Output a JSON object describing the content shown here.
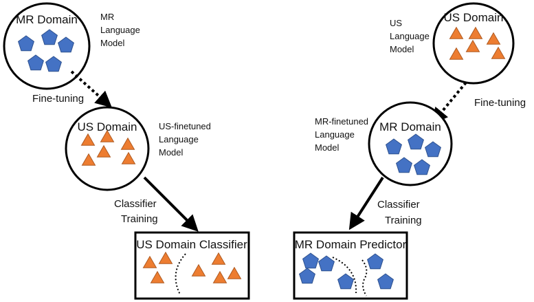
{
  "colors": {
    "pentagon_fill": "#4472C4",
    "pentagon_stroke": "#2F528F",
    "triangle_fill": "#ED7D31",
    "triangle_stroke": "#AE5A21",
    "outline": "#000000"
  },
  "left": {
    "source_node": {
      "title": "MR Domain",
      "icon": "pentagon-icon",
      "icon_count": 5
    },
    "source_model_label": [
      "MR",
      "Language",
      "Model"
    ],
    "finetune_edge": {
      "label": "Fine-tuning",
      "style": "dotted-arrow"
    },
    "target_node": {
      "title": "US Domain",
      "icon": "triangle-icon",
      "icon_count": 6
    },
    "target_model_label": [
      "US-finetuned",
      "Language",
      "Model"
    ],
    "training_edge": {
      "label": [
        "Classifier",
        "Training"
      ],
      "style": "solid-arrow"
    },
    "result_box": {
      "title": "US Domain Classifier",
      "icon": "triangle-icon",
      "icon_count": 7,
      "separator": "dotted-curve"
    }
  },
  "right": {
    "source_node": {
      "title": "US Domain",
      "icon": "triangle-icon",
      "icon_count": 6
    },
    "source_model_label": [
      "US",
      "Language",
      "Model"
    ],
    "finetune_edge": {
      "label": "Fine-tuning",
      "style": "dotted-arrow"
    },
    "target_node": {
      "title": "MR Domain",
      "icon": "pentagon-icon",
      "icon_count": 5
    },
    "target_model_label": [
      "MR-finetuned",
      "Language",
      "Model"
    ],
    "training_edge": {
      "label": [
        "Classifier",
        "Training"
      ],
      "style": "solid-arrow"
    },
    "result_box": {
      "title": "MR Domain Predictor",
      "icon": "pentagon-icon",
      "icon_count": 6,
      "separator": "dotted-curve"
    }
  }
}
